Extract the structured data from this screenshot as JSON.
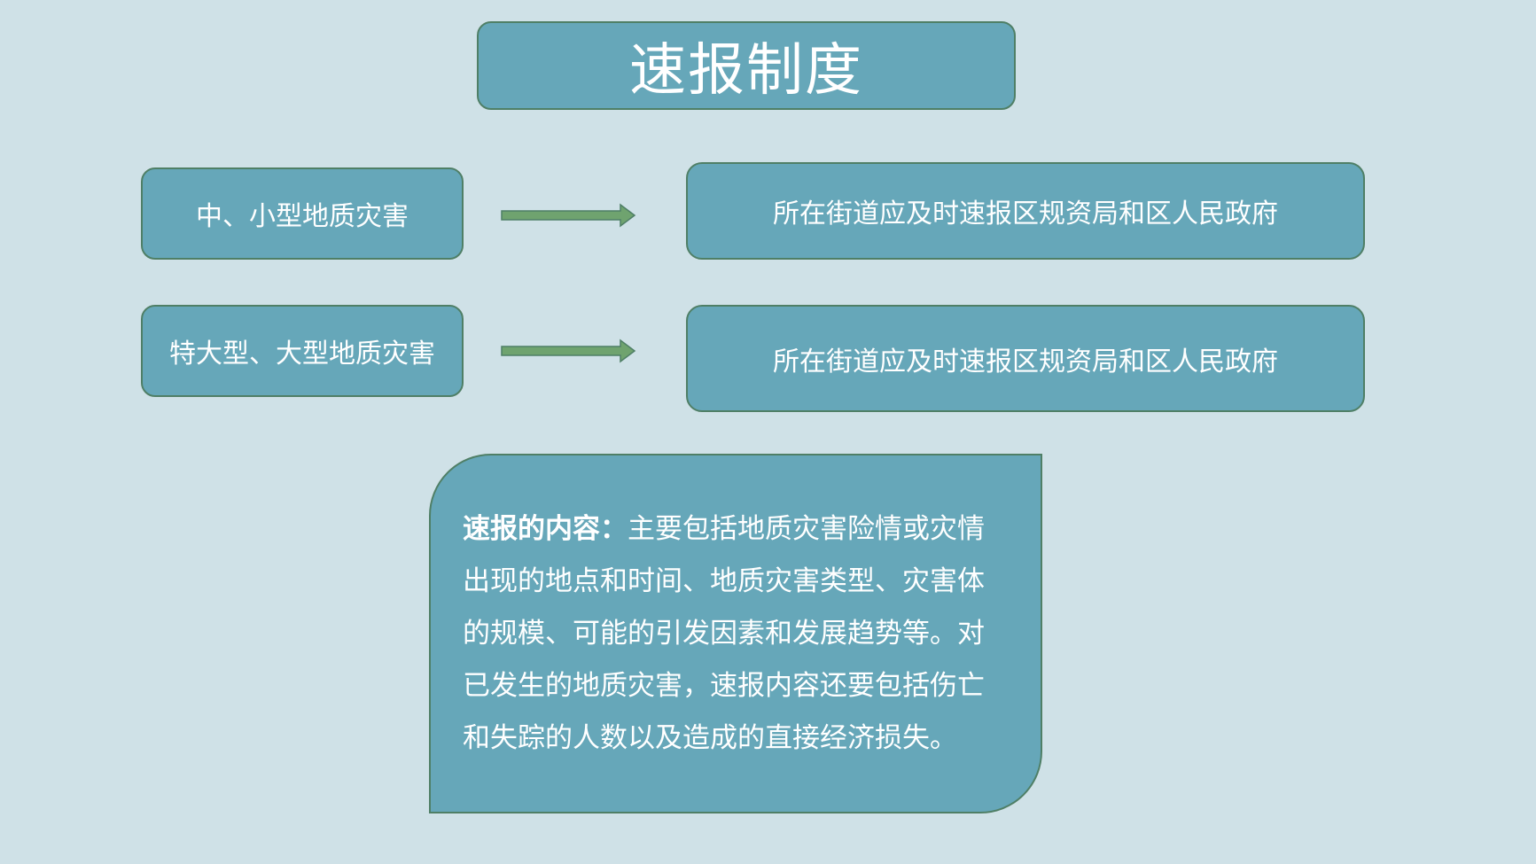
{
  "title": "速报制度",
  "rows": [
    {
      "category": "中、小型地质灾害",
      "target": "所在街道应及时速报区规资局和区人民政府"
    },
    {
      "category": "特大型、大型地质灾害",
      "target": "所在街道应及时速报区规资局和区人民政府"
    }
  ],
  "content": {
    "label": "速报的内容：",
    "text": "主要包括地质灾害险情或灾情出现的地点和时间、地质灾害类型、灾害体的规模、可能的引发因素和发展趋势等。对已发生的地质灾害，速报内容还要包括伤亡和失踪的人数以及造成的直接经济损失。"
  },
  "colors": {
    "background": "#cfe1e7",
    "box_fill": "#66a7b9",
    "box_border": "#4f7f66",
    "arrow": "#6fa36f",
    "text": "#ffffff"
  }
}
